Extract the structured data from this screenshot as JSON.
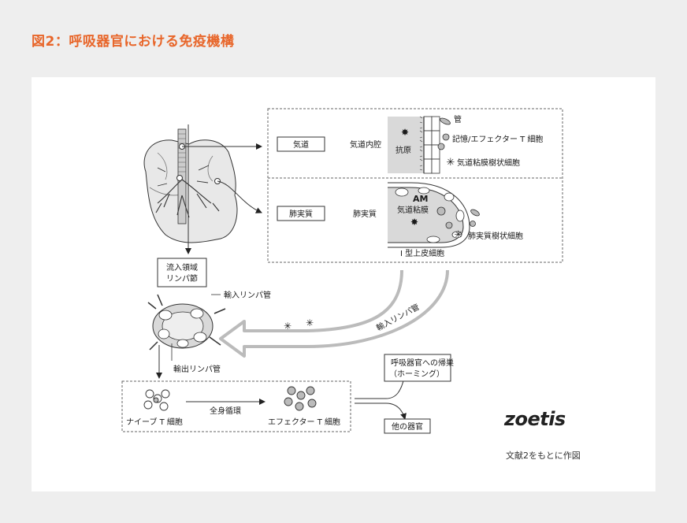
{
  "title": "図2：呼吸器官における免疫機構",
  "boxes": {
    "airway": "気道",
    "parenchyma": "肺実質",
    "drain_ln_line1": "流入領域",
    "drain_ln_line2": "リンパ節",
    "homing_line1": "呼吸器官への帰巣",
    "homing_line2": "（ホーミング）",
    "other_organs": "他の器官"
  },
  "labels": {
    "airway_lumen": "気道内腔",
    "antigen": "抗原",
    "duct": "管",
    "memory_effector": "記憶/エフェクター T 細胞",
    "airway_mucosal_dc": "気道粘膜樹状細胞",
    "parenchyma_region": "肺実質",
    "am": "AM",
    "airway_mucosa": "気道粘膜",
    "lung_parenchymal_dc": "肺実質樹状細胞",
    "type1_epithelial": "Ⅰ 型上皮細胞",
    "afferent_lymph_top": "輸入リンパ管",
    "afferent_lymph_arrow": "輸入リンパ管",
    "efferent_lymph": "輸出リンパ管",
    "naive_t": "ナイーブ T 細胞",
    "systemic_circulation": "全身循環",
    "effector_t": "エフェクター T 細胞"
  },
  "logo": "zoetis",
  "source": "文献2をもとに作図"
}
